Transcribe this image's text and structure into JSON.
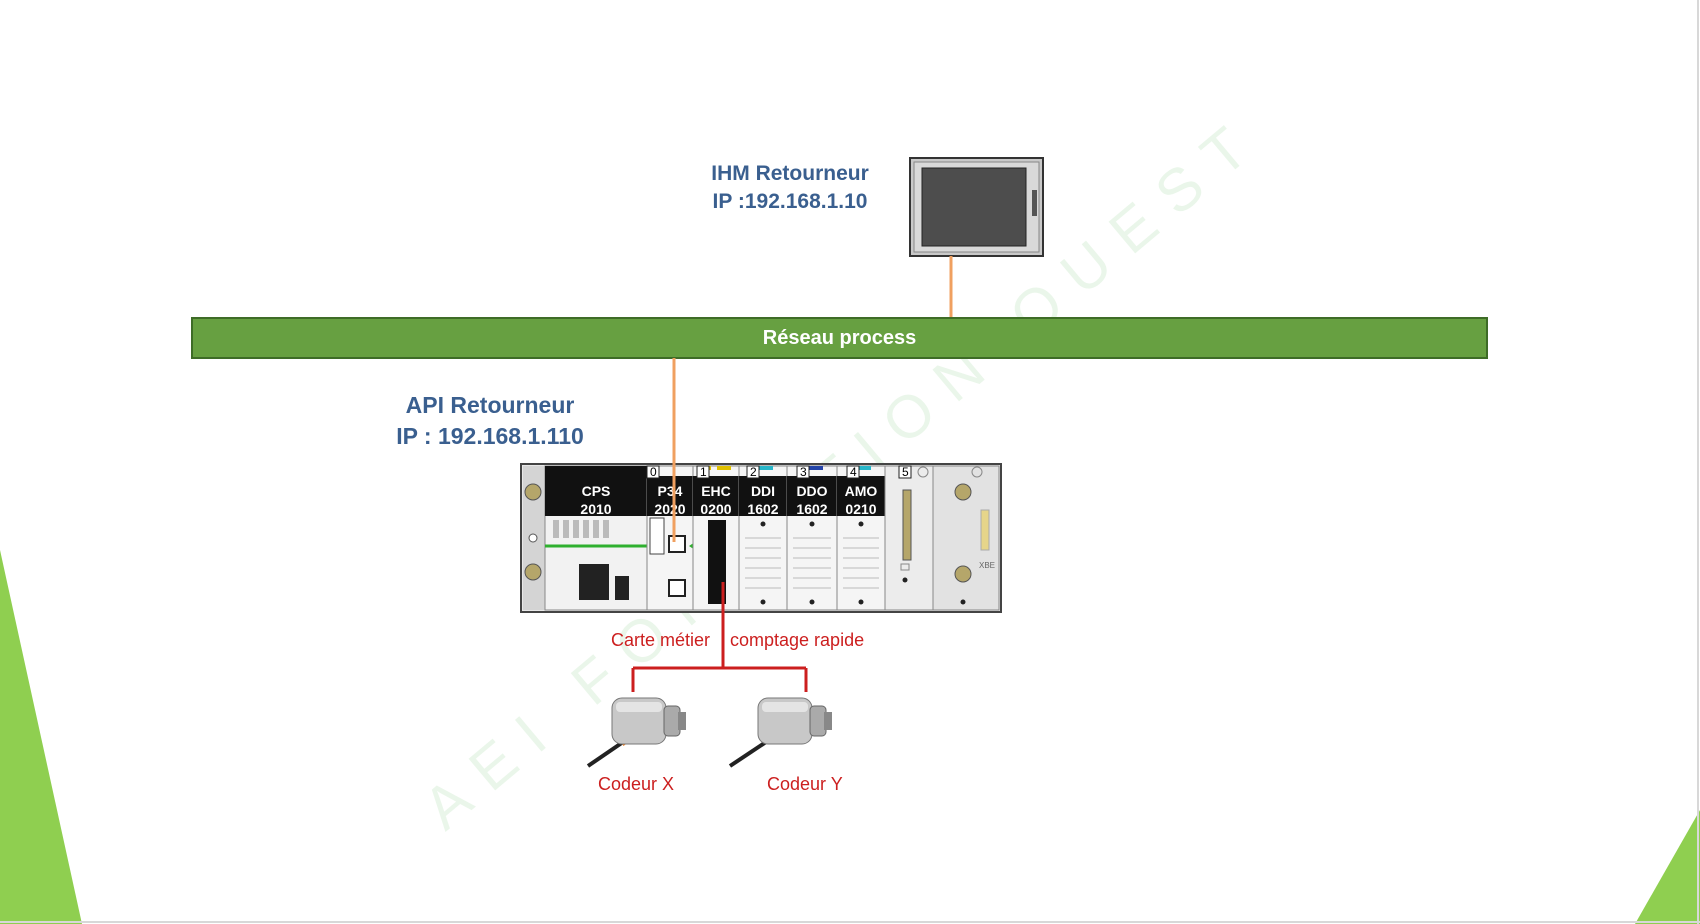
{
  "hmi": {
    "title": "IHM Retourneur",
    "ip": "IP :192.168.1.10"
  },
  "network": {
    "label": "Réseau process"
  },
  "api": {
    "title": "API Retourneur",
    "ip": "IP : 192.168.1.110"
  },
  "rack": {
    "slot_numbers": [
      "0",
      "1",
      "2",
      "3",
      "4",
      "5"
    ],
    "modules": [
      {
        "line1": "CPS",
        "line2": "2010"
      },
      {
        "line1": "P34",
        "line2": "2020"
      },
      {
        "line1": "EHC",
        "line2": "0200"
      },
      {
        "line1": "DDI",
        "line2": "1602"
      },
      {
        "line1": "DDO",
        "line2": "1602"
      },
      {
        "line1": "AMO",
        "line2": "0210"
      }
    ],
    "side_mark": "XBE"
  },
  "card_labels": {
    "left": "Carte métier",
    "right": "comptage rapide"
  },
  "encoders": {
    "x": "Codeur X",
    "y": "Codeur Y"
  },
  "watermark": "AEI FORMATION OUEST",
  "colors": {
    "bus": "#67a041",
    "title_blue": "#3a5f8f",
    "ethernet_orange": "#f0a060",
    "signal_red": "#cc1f1f",
    "corner_green": "#8fcf50"
  }
}
